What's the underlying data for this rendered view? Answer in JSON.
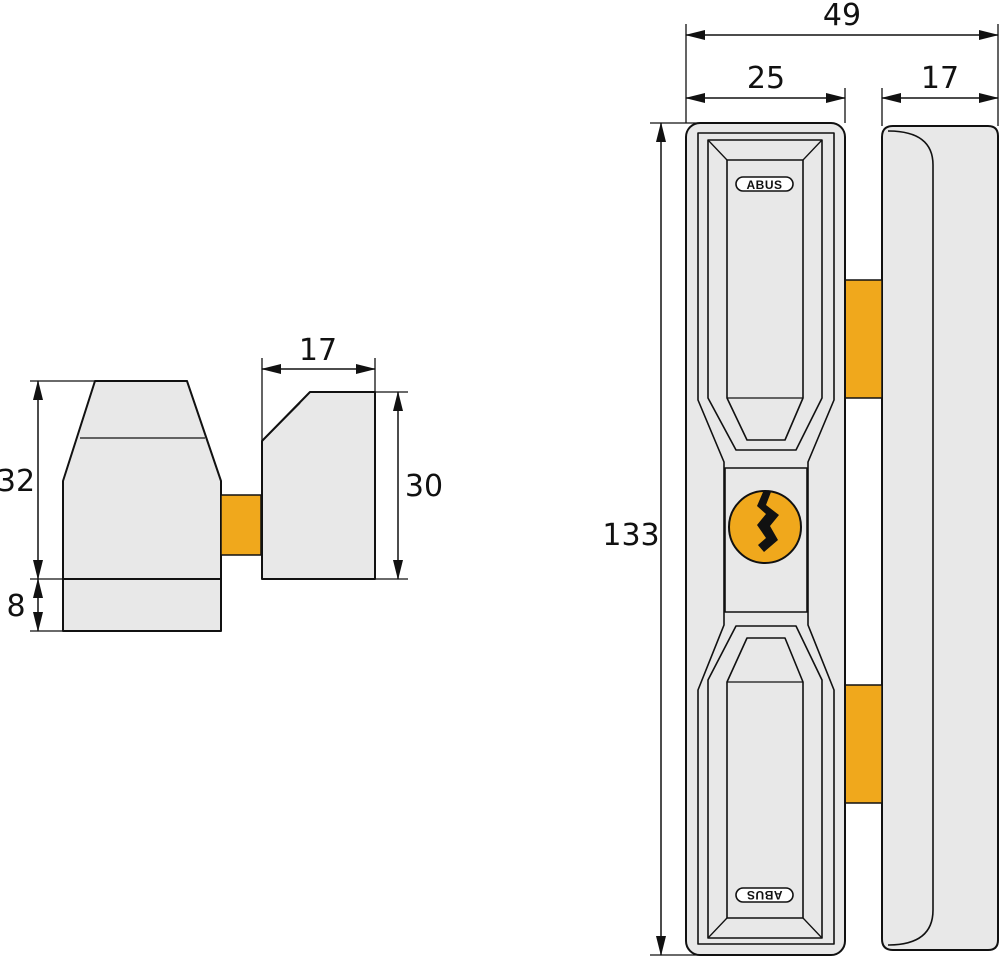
{
  "colors": {
    "body": "#e8e8e8",
    "bolt": "#f0a81c",
    "outline": "#111111"
  },
  "dimensions": {
    "total_width": "49",
    "main_width": "25",
    "side_width": "17",
    "total_height": "133",
    "side_view_depth": "17",
    "side_view_height": "30",
    "small_height": "32",
    "small_base": "8"
  },
  "logo": {
    "top": "ABUS",
    "bottom": "ABUS"
  },
  "icons": {
    "keyhole": "key-cylinder-icon"
  }
}
